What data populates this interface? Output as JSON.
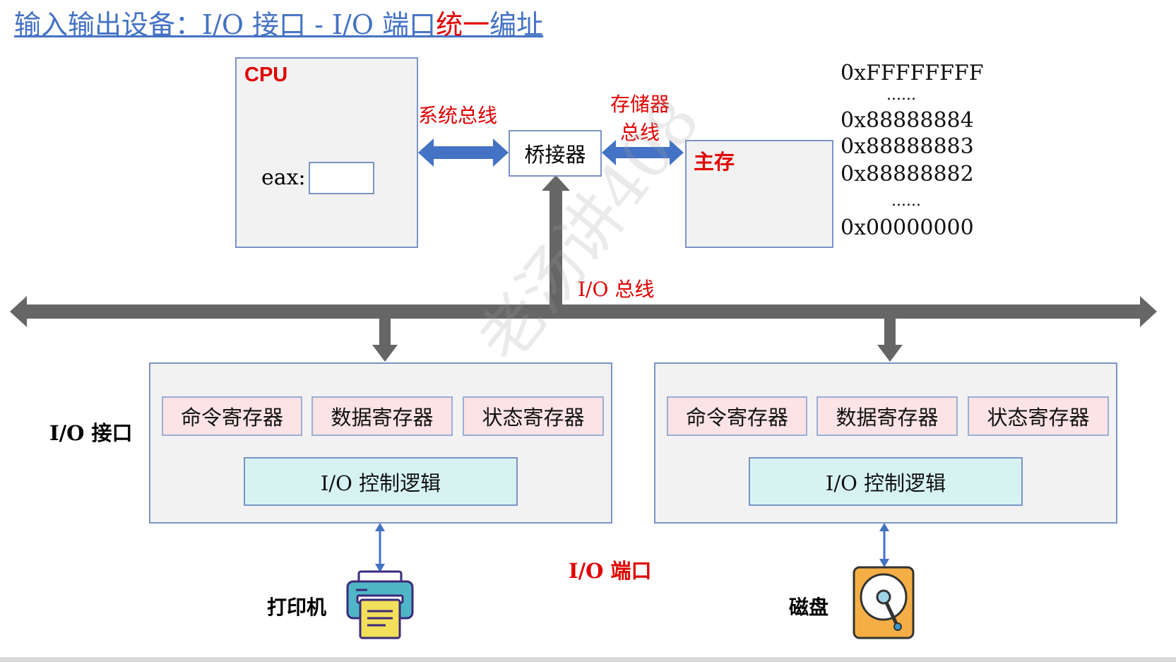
{
  "title": {
    "main": "输入输出设备：I/O 接口 - I/O 端口",
    "highlight": "统一",
    "suffix": "编址"
  },
  "cpu": {
    "label": "CPU",
    "register_label": "eax:"
  },
  "system_bus": "系统总线",
  "bridge": "桥接器",
  "memory_bus": {
    "line1": "存储器",
    "line2": "总线"
  },
  "main_memory": "主存",
  "addresses": [
    "0xFFFFFFFF",
    "......",
    "0x88888884",
    "0x88888883",
    "0x88888882",
    "......",
    "0x00000000"
  ],
  "io_bus": "I/O 总线",
  "io_interface_label": "I/O 接口",
  "left_interface": {
    "registers": [
      "命令寄存器",
      "数据寄存器",
      "状态寄存器"
    ],
    "control": "I/O 控制逻辑"
  },
  "right_interface": {
    "registers": [
      "命令寄存器",
      "数据寄存器",
      "状态寄存器"
    ],
    "control": "I/O 控制逻辑"
  },
  "io_port": "I/O 端口",
  "printer": {
    "label": "打印机",
    "icon": "printer-icon"
  },
  "disk": {
    "label": "磁盘",
    "icon": "hard-disk-icon"
  },
  "watermark": "老汤讲408",
  "colors": {
    "accent_blue": "#4472c4",
    "red": "#e00000",
    "bus_gray": "#666666",
    "register_pink": "#fbe3e6",
    "control_cyan": "#d6f3f1"
  }
}
